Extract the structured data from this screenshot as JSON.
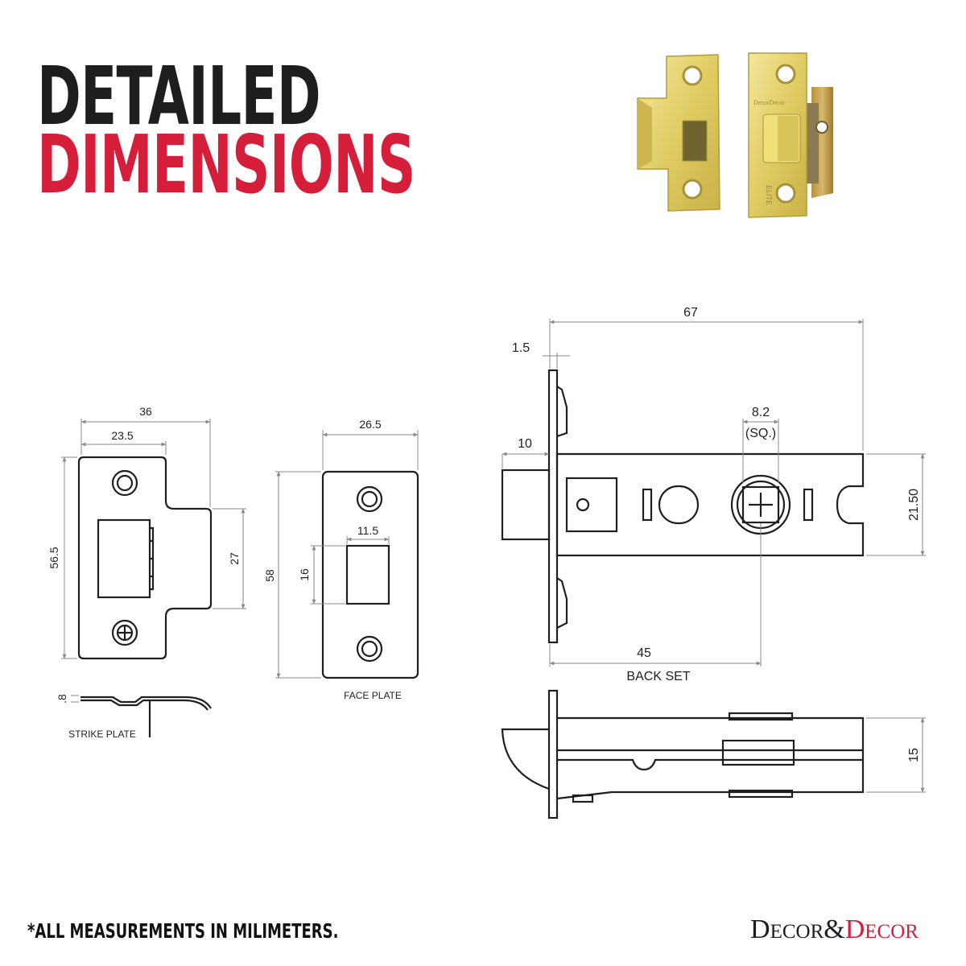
{
  "title": {
    "line1": "DETAILED",
    "line2": "DIMENSIONS",
    "line1_color": "#1e1e1e",
    "line2_color": "#d51f3a"
  },
  "photo": {
    "engraving_brand": "DecorDecor",
    "engraving_model": "ELITE",
    "finish_color": "#e4d36f"
  },
  "strike_plate": {
    "width": "36",
    "inner_width": "23.5",
    "height": "56.5",
    "lip_height": "27",
    "thickness": ".8",
    "caption": "STRIKE PLATE"
  },
  "face_plate": {
    "width": "26.5",
    "height": "58",
    "slot_width": "11.5",
    "slot_height": "16",
    "caption": "FACE PLATE"
  },
  "latch_top": {
    "length": "67",
    "plate_thickness": "1.5",
    "latch_projection": "10",
    "spindle_size": "8.2",
    "spindle_note": "(SQ.)",
    "body_height": "21.50",
    "backset": "45",
    "backset_caption": "BACK SET"
  },
  "latch_side": {
    "body_thickness": "15"
  },
  "footnote": "*ALL MEASUREMENTS  IN MILIMETERS.",
  "brand": {
    "part1_initial": "D",
    "part1_rest": "ECOR",
    "amp": "&",
    "part2_initial": "D",
    "part2_rest": "ECOR",
    "color_dark": "#1e1e1e",
    "color_red": "#d51f3a"
  }
}
